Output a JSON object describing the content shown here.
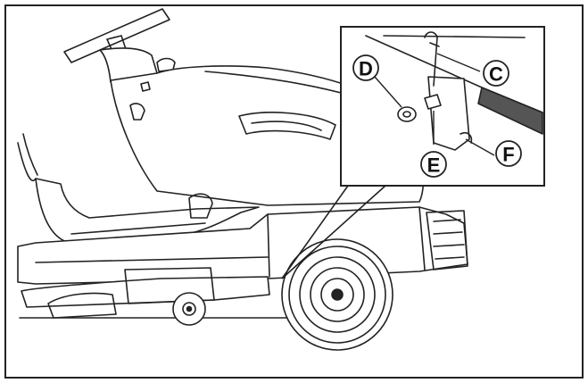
{
  "figure": {
    "callouts": [
      {
        "id": "D",
        "label": "D"
      },
      {
        "id": "C",
        "label": "C"
      },
      {
        "id": "E",
        "label": "E"
      },
      {
        "id": "F",
        "label": "F"
      }
    ]
  }
}
